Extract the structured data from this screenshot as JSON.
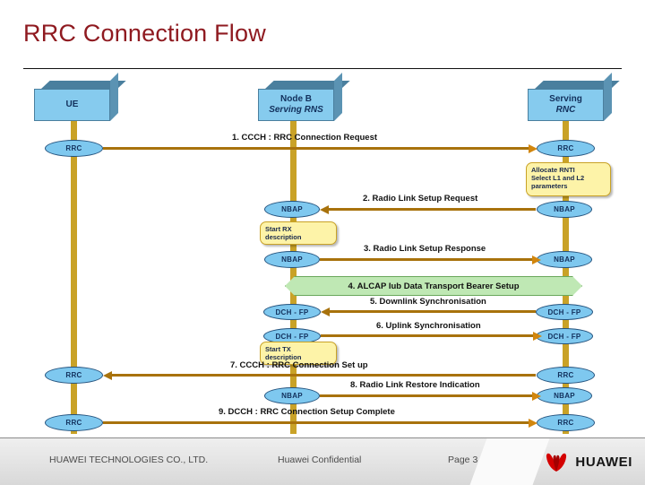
{
  "slide": {
    "title": "RRC Connection Flow"
  },
  "diagram": {
    "nodes": [
      {
        "id": "ue",
        "line1": "UE",
        "line2": ""
      },
      {
        "id": "nb",
        "line1": "Node B",
        "line2": "Serving RNS"
      },
      {
        "id": "rnc",
        "line1": "Serving",
        "line2": "RNC"
      }
    ],
    "protocol_labels": {
      "rrc": "RRC",
      "nbap": "NBAP",
      "dchfp": "DCH - FP"
    },
    "messages": [
      {
        "num": "1.",
        "italic": "CCCH",
        "rest": ": RRC Connection Request",
        "direction": "right",
        "from": "ue",
        "to": "rnc"
      },
      {
        "num": "2.",
        "italic": "",
        "rest": "Radio Link Setup Request",
        "direction": "left",
        "from": "rnc",
        "to": "nb"
      },
      {
        "num": "3.",
        "italic": "",
        "rest": "Radio Link Setup Response",
        "direction": "right",
        "from": "nb",
        "to": "rnc"
      },
      {
        "num": "4.",
        "italic": "ALCAP",
        "rest": "Iub Data Transport Bearer  Setup",
        "direction": "band",
        "from": "nb",
        "to": "rnc"
      },
      {
        "num": "5.",
        "italic": "",
        "rest": "Downlink Synchronisation",
        "direction": "left",
        "from": "rnc",
        "to": "nb"
      },
      {
        "num": "6.",
        "italic": "",
        "rest": "Uplink Synchronisation",
        "direction": "right",
        "from": "nb",
        "to": "rnc"
      },
      {
        "num": "7.",
        "italic": "CCCH",
        "rest": ": RRC Connection Set up",
        "direction": "left",
        "from": "rnc",
        "to": "ue"
      },
      {
        "num": "8.",
        "italic": "",
        "rest": "Radio Link Restore Indication",
        "direction": "right",
        "from": "nb",
        "to": "rnc"
      },
      {
        "num": "9.",
        "italic": "DCCH",
        "rest": ": RRC Connection Setup Complete",
        "direction": "right",
        "from": "ue",
        "to": "rnc"
      }
    ],
    "message_text": {
      "m1": "1. CCCH : RRC Connection Request",
      "m2": "2. Radio Link Setup Request",
      "m3": "3. Radio Link Setup Response",
      "m4": "4. ALCAP Iub Data Transport Bearer  Setup",
      "m5": "5. Downlink Synchronisation",
      "m6": "6. Uplink Synchronisation",
      "m7": "7. CCCH : RRC Connection Set up",
      "m8": "8. Radio Link Restore Indication",
      "m9": "9. DCCH : RRC Connection Setup Complete"
    },
    "notes": [
      {
        "id": "n1",
        "lines": "Allocate RNTI\nSelect L1 and L2\nparameters"
      },
      {
        "id": "n2",
        "lines": "Start RX\ndescription"
      },
      {
        "id": "n3",
        "lines": "Start TX\ndescription"
      }
    ],
    "note_text": {
      "allocate_l1": "Allocate RNTI",
      "allocate_l2": "Select L1 and L2",
      "allocate_l3": "parameters",
      "rx_l1": "Start RX",
      "rx_l2": "description",
      "tx_l1": "Start TX",
      "tx_l2": "description"
    },
    "colors": {
      "lifeline": "#c9a227",
      "arrow": "#a8720c",
      "node_face": "#86cbee",
      "node_top": "#4a7f9e",
      "ellipse": "#7ec8ef",
      "note": "#fdf3a8",
      "band": "#bfe8b4",
      "title": "#8f1a20"
    }
  },
  "footer": {
    "company": "HUAWEI TECHNOLOGIES CO., LTD.",
    "confidential": "Huawei Confidential",
    "page": "Page 3",
    "brand": "HUAWEI"
  }
}
